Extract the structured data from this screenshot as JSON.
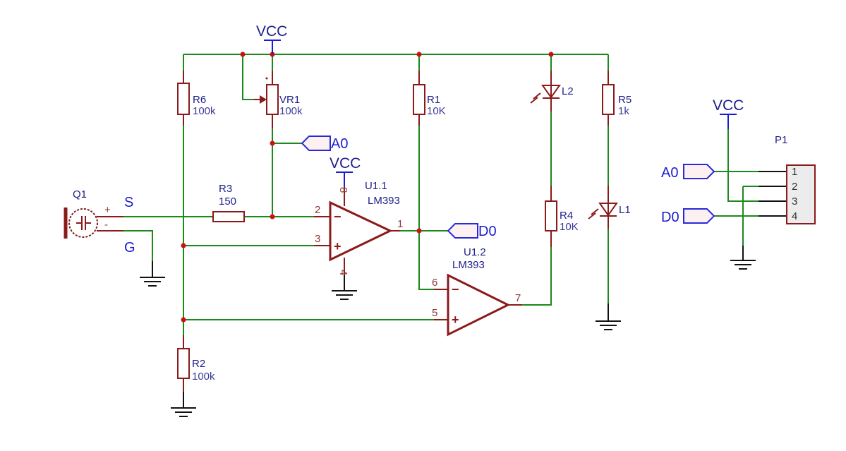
{
  "diagram": {
    "type": "circuit-schematic",
    "colors": {
      "wire": "#1a8a1a",
      "component": "#8b1a1a",
      "net_label": "#1b1bd0",
      "junction": "#cc1111",
      "ground": "#111111"
    },
    "power_label": "VCC",
    "components": {
      "r6": {
        "ref": "R6",
        "value": "100k"
      },
      "vr1": {
        "ref": "VR1",
        "value": "100k"
      },
      "r1": {
        "ref": "R1",
        "value": "10K"
      },
      "r5": {
        "ref": "R5",
        "value": "1k"
      },
      "r3": {
        "ref": "R3",
        "value": "150"
      },
      "r4": {
        "ref": "R4",
        "value": "10K"
      },
      "r2": {
        "ref": "R2",
        "value": "100k"
      },
      "l1": {
        "ref": "L1"
      },
      "l2": {
        "ref": "L2"
      },
      "q1": {
        "ref": "Q1",
        "plus": "+",
        "minus": "-",
        "signal": "S",
        "ground": "G"
      },
      "u11": {
        "ref": "U1.1",
        "part": "LM393",
        "pins": {
          "vcc": "8",
          "inv": "2",
          "noninv": "3",
          "out": "1",
          "gnd": "4"
        }
      },
      "u12": {
        "ref": "U1.2",
        "part": "LM393",
        "pins": {
          "inv": "6",
          "noninv": "5",
          "out": "7"
        }
      },
      "p1": {
        "ref": "P1",
        "pins": [
          "1",
          "2",
          "3",
          "4"
        ]
      }
    },
    "nets": {
      "a0": "A0",
      "d0": "D0"
    },
    "opamp_signs": {
      "minus": "−",
      "plus": "+"
    }
  }
}
